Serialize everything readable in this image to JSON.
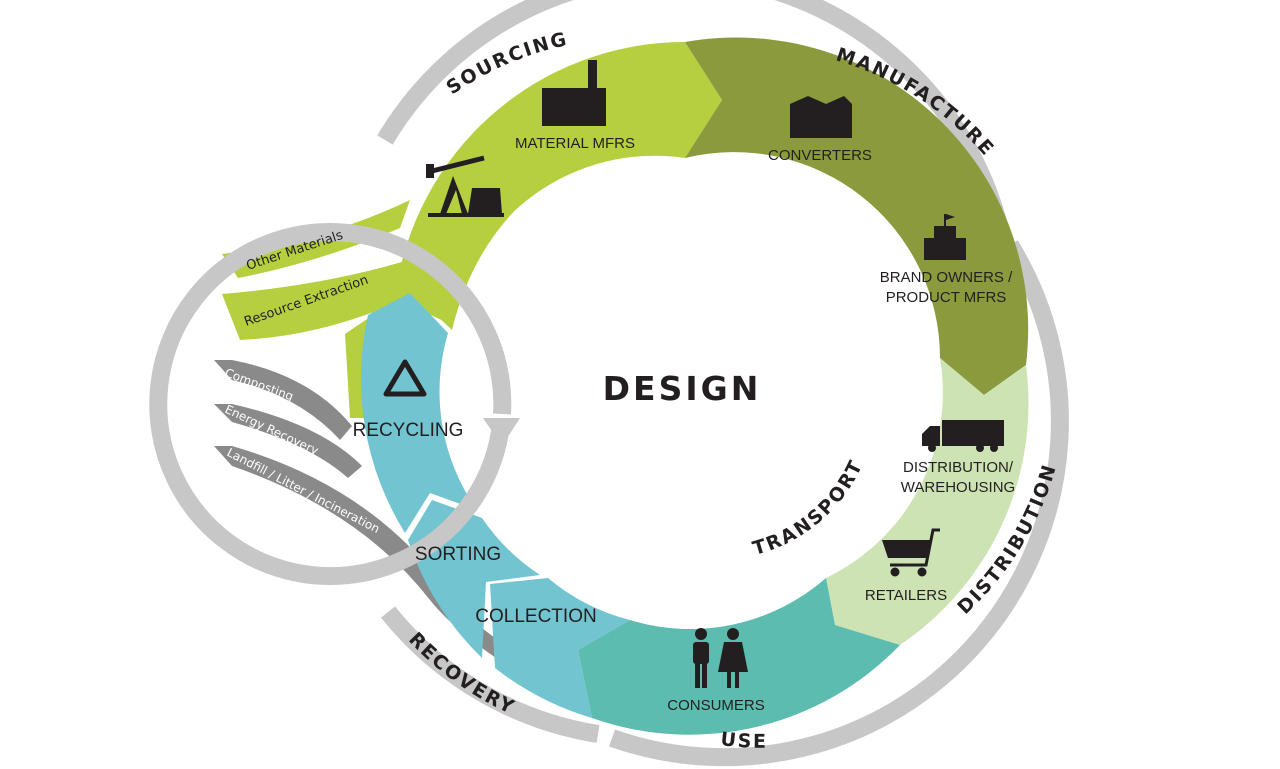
{
  "center": {
    "title": "DESIGN",
    "inner_label": "TRANSPORT"
  },
  "phases": {
    "sourcing": "SOURCING",
    "manufacture": "MANUFACTURE",
    "distribution": "DISTRIBUTION",
    "use": "USE",
    "recovery": "RECOVERY"
  },
  "nodes": {
    "material_mfrs": "MATERIAL MFRS",
    "converters": "CONVERTERS",
    "brand_owners_line1": "BRAND OWNERS /",
    "brand_owners_line2": "PRODUCT MFRS",
    "distribution_line1": "DISTRIBUTION/",
    "distribution_line2": "WAREHOUSING",
    "retailers": "RETAILERS",
    "consumers": "CONSUMERS",
    "collection": "COLLECTION",
    "sorting": "SORTING",
    "recycling": "RECYCLING"
  },
  "inputs": {
    "other_materials": "Other Materials",
    "resource_extraction": "Resource Extraction"
  },
  "outputs": {
    "composting": "Composting",
    "energy_recovery": "Energy Recovery",
    "landfill": "Landfill / Litter / Incineration"
  },
  "colors": {
    "sourcing_green": "#b5cf3e",
    "manufacture_olive": "#8a9a3c",
    "distribution_pale": "#cde3b4",
    "use_teal": "#5bbcaf",
    "recovery_blue": "#72c4d0",
    "outer_ring_grey": "#c7c7c7",
    "waste_grey": "#8a8a8a",
    "text_dark": "#231f20"
  }
}
